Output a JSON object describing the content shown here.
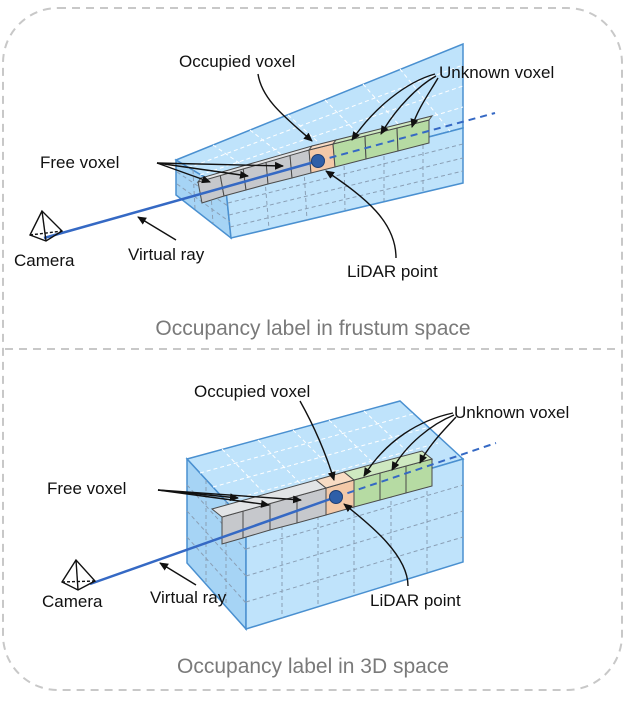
{
  "panels": [
    {
      "id": "frustum",
      "caption": "Occupancy label in frustum space",
      "labels": {
        "occupied": "Occupied voxel",
        "unknown": "Unknown voxel",
        "free": "Free voxel",
        "camera": "Camera",
        "ray": "Virtual ray",
        "lidar": "LiDAR point"
      }
    },
    {
      "id": "3d",
      "caption": "Occupancy label in 3D space",
      "labels": {
        "occupied": "Occupied voxel",
        "unknown": "Unknown voxel",
        "free": "Free voxel",
        "camera": "Camera",
        "ray": "Virtual ray",
        "lidar": "LiDAR point"
      }
    }
  ],
  "colors": {
    "volume_face": "#bfe3fb",
    "volume_edge": "#4a90d0",
    "free_voxel": "#c6c8cc",
    "occupied_voxel": "#f3c9a8",
    "unknown_voxel": "#b6dba3",
    "ray": "#3569c4",
    "frame": "#c8c8c8",
    "caption": "#7a7a7a"
  }
}
